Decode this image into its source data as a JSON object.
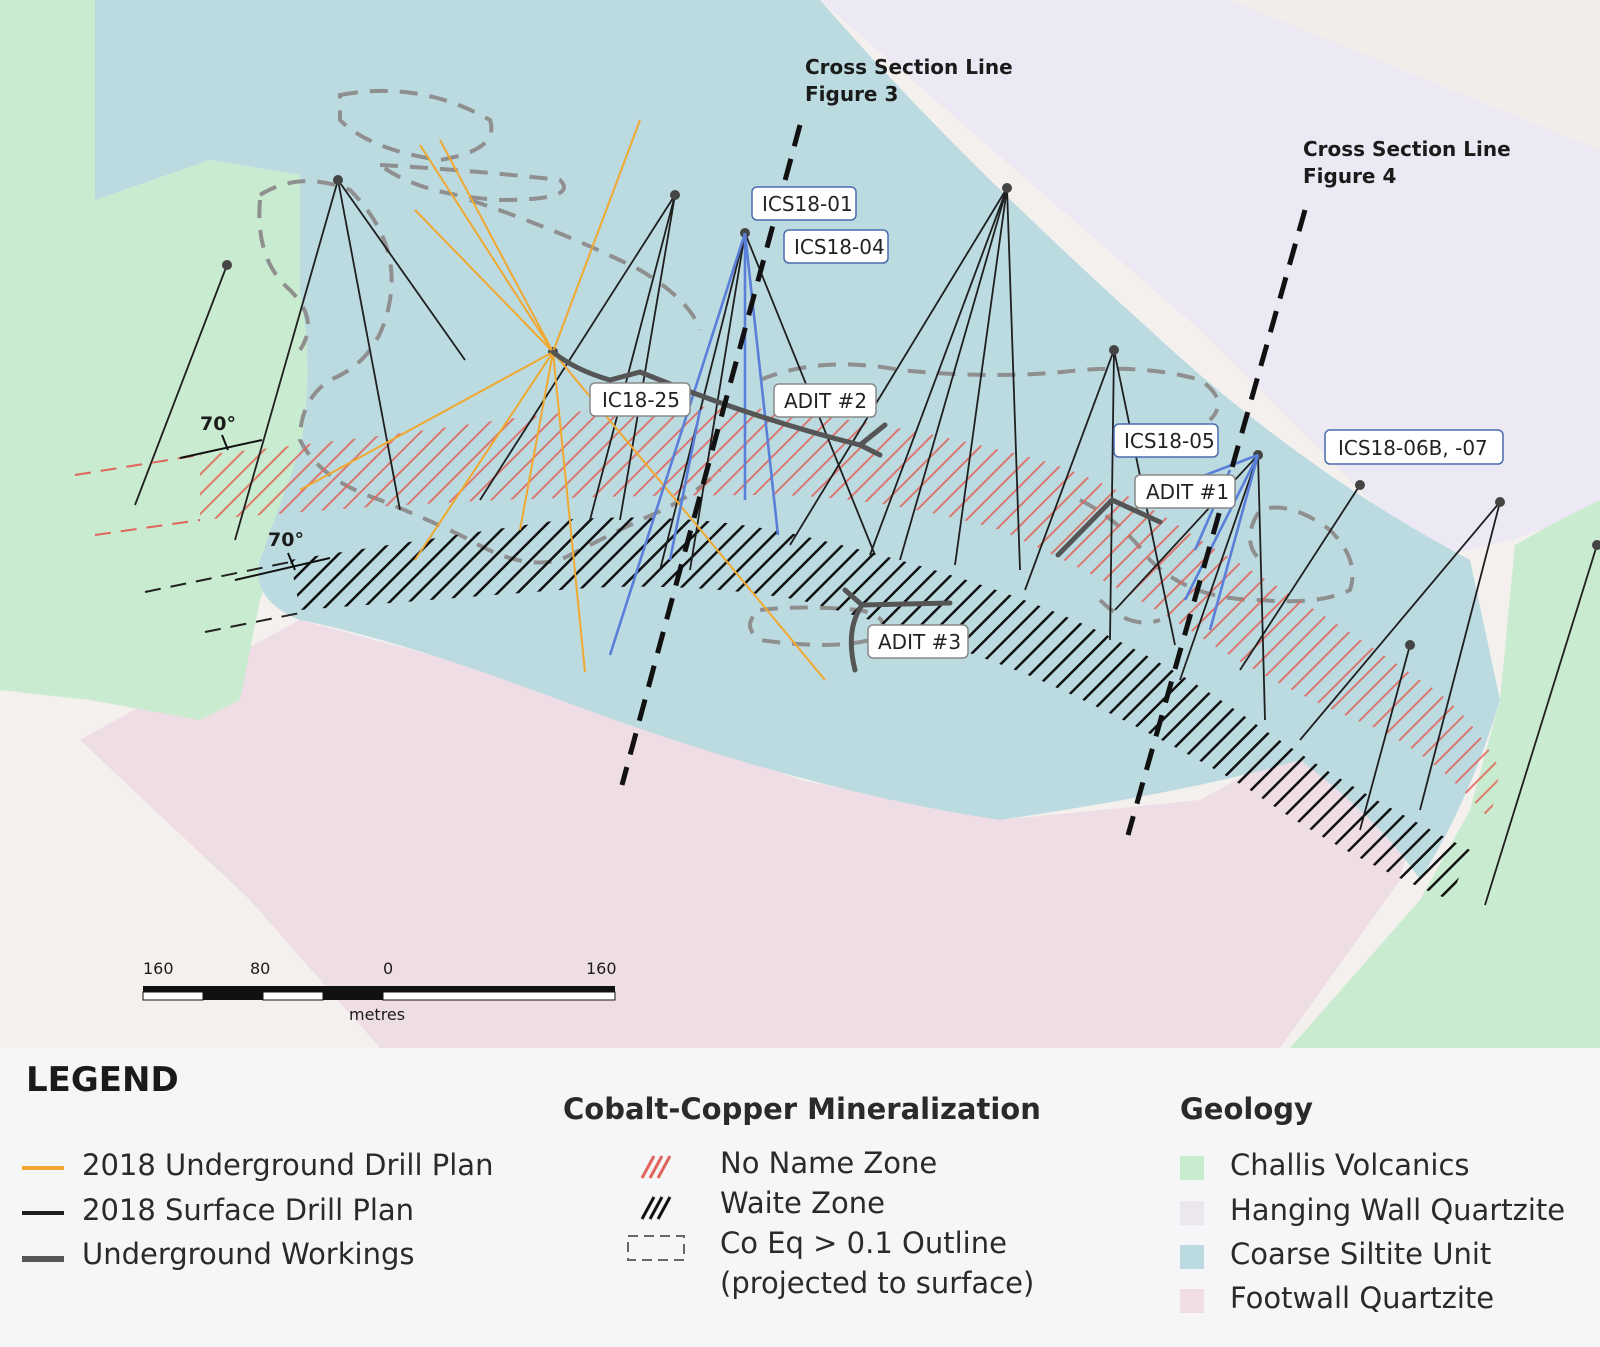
{
  "map": {
    "cross_sections": [
      {
        "line1": "Cross Section Line",
        "line2": "Figure 3"
      },
      {
        "line1": "Cross Section Line",
        "line2": "Figure 4"
      }
    ],
    "angles": [
      "70°",
      "70°"
    ],
    "drill_labels": [
      "ICS18-01",
      "ICS18-04",
      "IC18-25",
      "ADIT #2",
      "ICS18-05",
      "ADIT #1",
      "ICS18-06B, -07",
      "ADIT #3"
    ],
    "scale_bar": {
      "ticks": [
        "160",
        "80",
        "0",
        "160"
      ],
      "unit": "metres"
    }
  },
  "legend": {
    "title": "LEGEND",
    "drill": [
      {
        "label": "2018 Underground Drill Plan",
        "color": "#f0a830"
      },
      {
        "label": "2018 Surface Drill Plan",
        "color": "#1f1f1f"
      },
      {
        "label": "Underground Workings",
        "color": "#555555"
      }
    ],
    "mineralization": {
      "heading": "Cobalt-Copper Mineralization",
      "items": [
        {
          "label": "No Name Zone",
          "color": "#e07066"
        },
        {
          "label": "Waite Zone",
          "color": "#111111"
        },
        {
          "label": "Co Eq > 0.1 Outline",
          "label2": "(projected to surface)"
        }
      ]
    },
    "geology": {
      "heading": "Geology",
      "items": [
        {
          "label": "Challis Volcanics",
          "color": "#c9ebcf"
        },
        {
          "label": "Hanging Wall Quartzite",
          "color": "#ece7ef"
        },
        {
          "label": "Coarse Siltite Unit",
          "color": "#bcdbe0"
        },
        {
          "label": "Footwall Quartzite",
          "color": "#f0dde6"
        }
      ]
    }
  }
}
